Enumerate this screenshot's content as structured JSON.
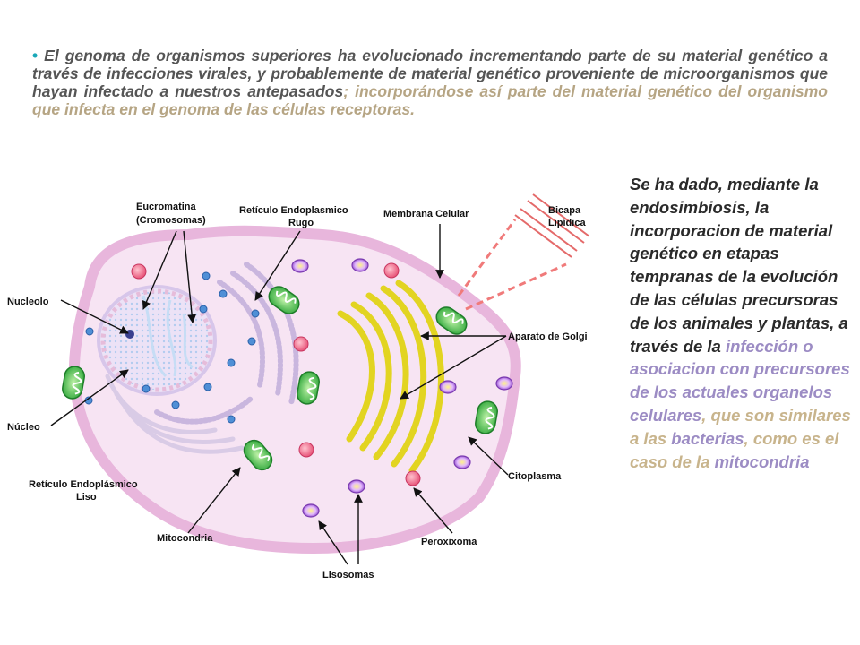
{
  "intro": {
    "bullet": "•",
    "part1": "El genoma de organismos superiores ha evolucionado incrementando parte de su material genético a través de infecciones virales, y probablemente de material genético proveniente de microorganismos que hayan infectado a nuestros antepasados",
    "part2": "; incorporándose así parte del material genético del organismo que infecta en el genoma de las células receptoras."
  },
  "side": {
    "part1": "Se ha dado, mediante la endosimbiosis, la incorporacion de material genético en etapas tempranas de la evolución de las células precursoras de los animales y plantas, a través de la ",
    "part2": "infección o asociacion con precursores de los actuales organelos celulares",
    "part3": ", que son similares a las ",
    "part4": "bacterias",
    "part5": ", como es el caso de la ",
    "part6": "mitocondria"
  },
  "diagram": {
    "labels": {
      "eucromatina": "Eucromatina",
      "cromosomas": "(Cromosomas)",
      "rer_1": "Retículo Endoplasmico",
      "rer_2": "Rugo",
      "membrana": "Membrana Celular",
      "bicapa_1": "Bicapa",
      "bicapa_2": "Lipídica",
      "nucleolo": "Nucleolo",
      "golgi": "Aparato de Golgi",
      "nucleo": "Núcleo",
      "sel_1": "Retículo Endoplásmico",
      "sel_2": "Liso",
      "citoplasma": "Citoplasma",
      "mitocondria": "Mitocondria",
      "peroxixoma": "Peroxixoma",
      "lisosomas": "Lisosomas"
    },
    "colors": {
      "cell_membrane": "#e8b6dc",
      "cytoplasm": "#f7e4f3",
      "nucleus": "#ece2f6",
      "golgi": "#e2d421",
      "mitochondria": "#2da639",
      "peroxisome": "#e8557a",
      "lysosome": "#9a4fcf",
      "bilayer": "#f07a7a"
    }
  }
}
